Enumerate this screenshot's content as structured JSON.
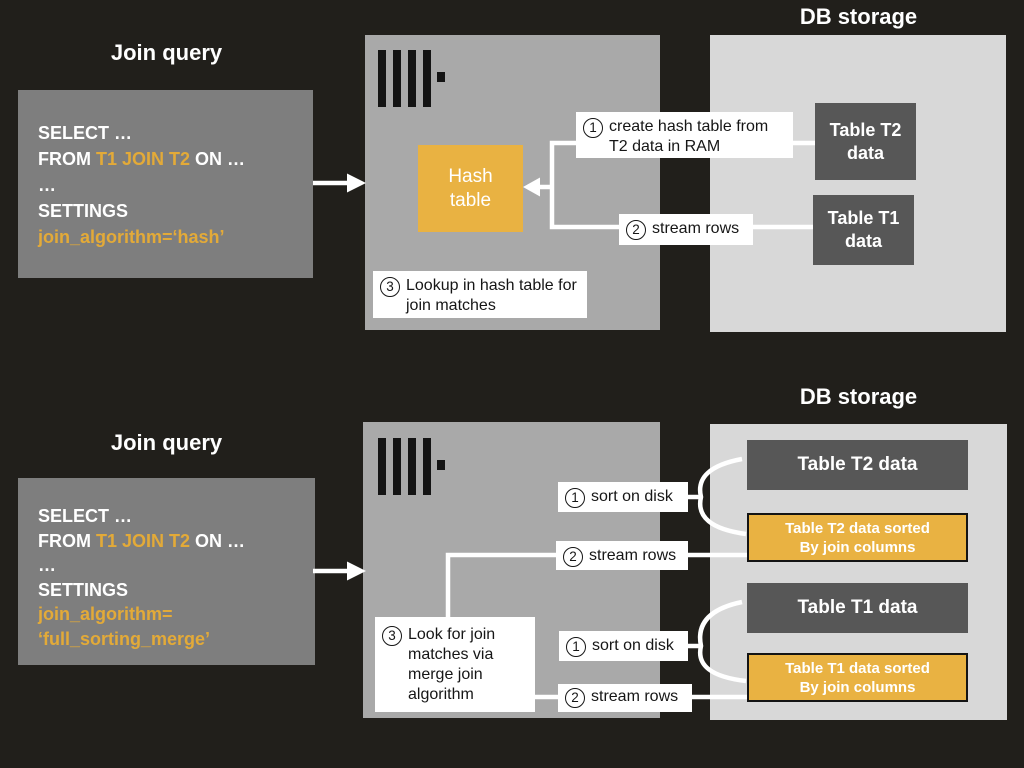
{
  "colors": {
    "background": "#211f1b",
    "query_box": "#7e7e7e",
    "server_box": "#a9a9a9",
    "db_storage_box": "#d8d8d8",
    "table_box": "#575757",
    "accent_orange": "#e9b242",
    "code_orange": "#e3aa38",
    "wire_white": "#ffffff"
  },
  "hash_join": {
    "join_query_title": "Join query",
    "db_storage_title": "DB storage",
    "sql": {
      "select": "SELECT …",
      "from_prefix": "FROM ",
      "from_tables": "T1 JOIN T2",
      "from_suffix": " ON …",
      "ellipsis": "…",
      "settings": "SETTINGS",
      "algorithm": "join_algorithm=‘hash’"
    },
    "hash_table_label": "Hash table",
    "callouts": {
      "step1": {
        "num": "1",
        "text": "create hash table from T2 data in RAM"
      },
      "step2": {
        "num": "2",
        "text": "stream rows"
      },
      "step3": {
        "num": "3",
        "text": "Lookup in hash table for join matches"
      }
    },
    "table_t2": "Table T2 data",
    "table_t1": "Table T1 data"
  },
  "full_sorting_merge_join": {
    "join_query_title": "Join query",
    "db_storage_title": "DB storage",
    "sql": {
      "select": "SELECT …",
      "from_prefix": "FROM ",
      "from_tables": "T1 JOIN T2",
      "from_suffix": " ON …",
      "ellipsis": "…",
      "settings": "SETTINGS",
      "algorithm_line1": "join_algorithm=",
      "algorithm_line2": "‘full_sorting_merge’"
    },
    "callouts": {
      "sort_t2": {
        "num": "1",
        "text": "sort on disk"
      },
      "stream_t2": {
        "num": "2",
        "text": "stream rows"
      },
      "step3": {
        "num": "3",
        "text": "Look for join matches via merge join algorithm"
      },
      "sort_t1": {
        "num": "1",
        "text": "sort on disk"
      },
      "stream_t1": {
        "num": "2",
        "text": "stream rows"
      }
    },
    "table_t2": "Table T2 data",
    "table_t2_sorted_line1": "Table T2 data sorted",
    "table_t2_sorted_line2": "By join columns",
    "table_t1": "Table T1 data",
    "table_t1_sorted_line1": "Table T1 data sorted",
    "table_t1_sorted_line2": "By join columns"
  }
}
